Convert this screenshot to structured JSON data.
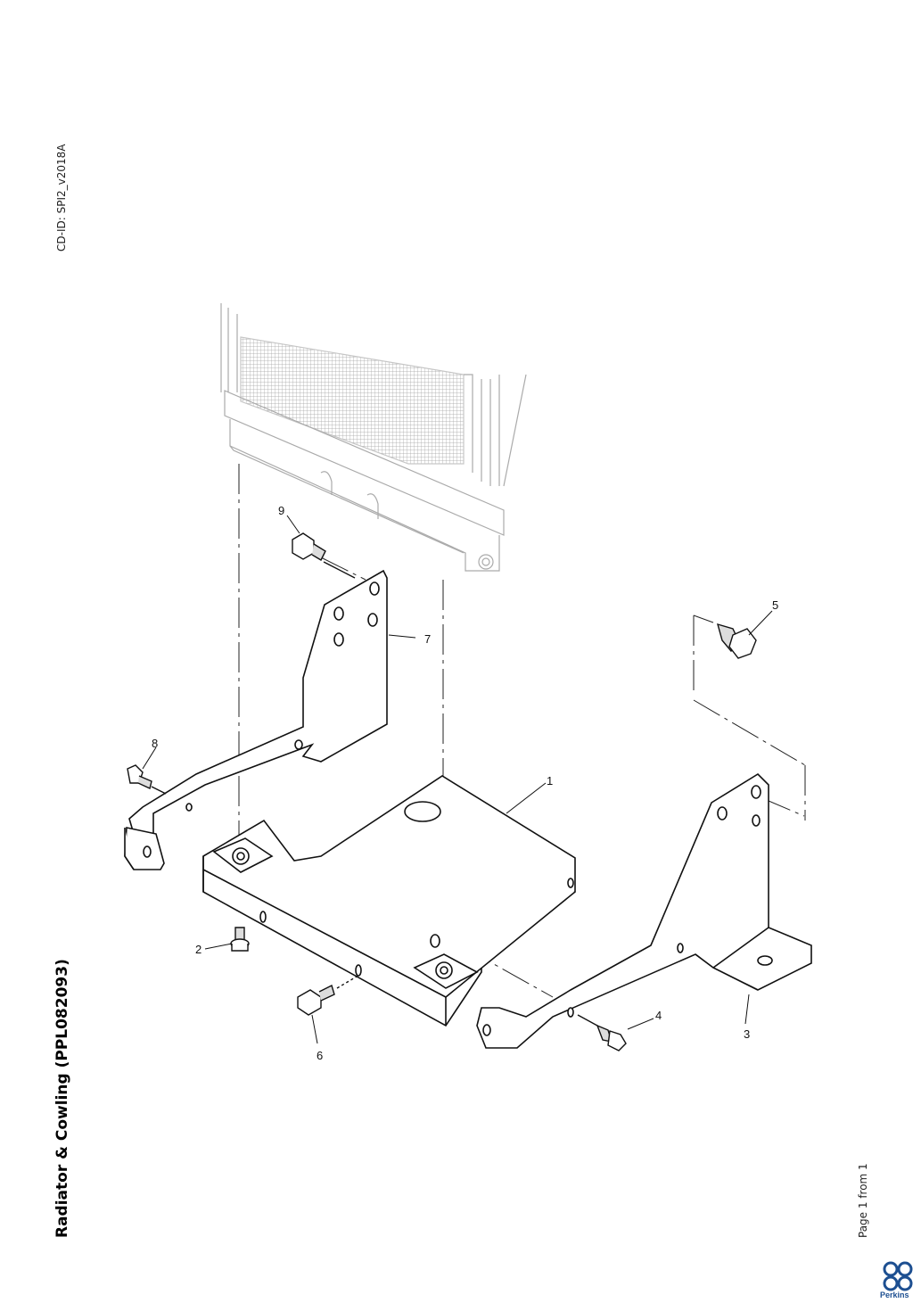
{
  "document": {
    "cd_id": "CD-ID: SPI2_v2018A",
    "title": "Radiator & Cowling (PPL082093)",
    "page_info": "Page 1 from 1"
  },
  "diagram": {
    "callouts": [
      {
        "id": "c1",
        "label": "1"
      },
      {
        "id": "c2",
        "label": "2"
      },
      {
        "id": "c3",
        "label": "3"
      },
      {
        "id": "c4",
        "label": "4"
      },
      {
        "id": "c5",
        "label": "5"
      },
      {
        "id": "c6",
        "label": "6"
      },
      {
        "id": "c7",
        "label": "7"
      },
      {
        "id": "c8",
        "label": "8"
      },
      {
        "id": "c9",
        "label": "9"
      }
    ]
  },
  "brand": {
    "name": "Perkins",
    "logo_icon": "perkins-logo-icon",
    "color": "#1d4f91"
  }
}
